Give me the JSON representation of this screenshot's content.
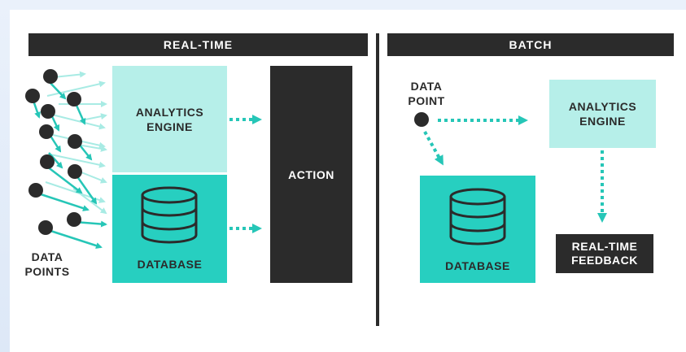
{
  "realtime": {
    "header": "REAL-TIME",
    "analytics_label": "ANALYTICS\nENGINE",
    "database_label": "DATABASE",
    "action_label": "ACTION",
    "data_points_label": "DATA\nPOINTS"
  },
  "batch": {
    "header": "BATCH",
    "data_point_label": "DATA\nPOINT",
    "analytics_label": "ANALYTICS\nENGINE",
    "database_label": "DATABASE",
    "feedback_label": "REAL-TIME\nFEEDBACK"
  },
  "colors": {
    "dark": "#2b2b2b",
    "teal": "#27cfc0",
    "light_teal": "#b6efe9",
    "arrow": "#26c6b7"
  },
  "icons": {
    "database": "database-icon"
  }
}
